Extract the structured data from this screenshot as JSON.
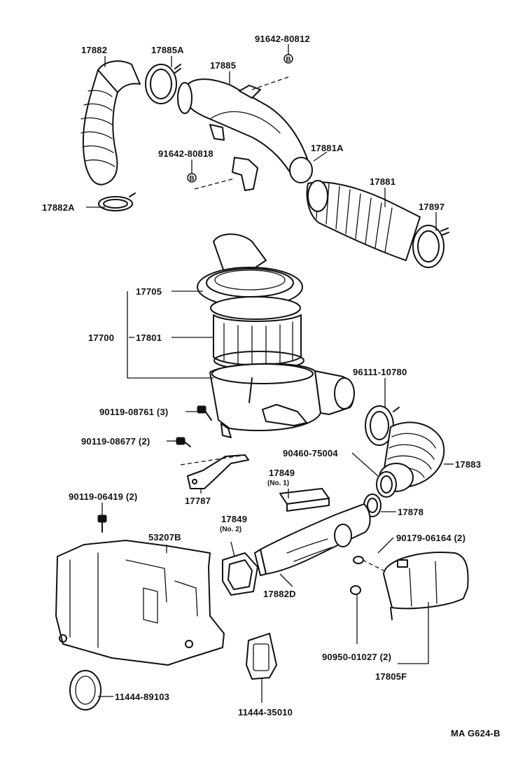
{
  "labels": {
    "p17882": "17882",
    "p17885A": "17885A",
    "p91642_80812": "91642-80812",
    "p17885": "17885",
    "p91642_80818": "91642-80818",
    "p17881A": "17881A",
    "p17881": "17881",
    "p17897": "17897",
    "p17882A": "17882A",
    "p17705": "17705",
    "p17700": "17700",
    "p17801": "17801",
    "p96111_10780": "96111-10780",
    "p90119_08761": "90119-08761 (3)",
    "p90119_08677": "90119-08677 (2)",
    "p90460_75004": "90460-75004",
    "p17883": "17883",
    "p17849_no1": "17849",
    "p17849_no1_sub": "(No. 1)",
    "p17787": "17787",
    "p17878": "17878",
    "p90119_06419": "90119-06419 (2)",
    "p17849_no2": "17849",
    "p17849_no2_sub": "(No. 2)",
    "p53207B": "53207B",
    "p90179_06164": "90179-06164 (2)",
    "p17882D": "17882D",
    "p90950_01027": "90950-01027 (2)",
    "p17805F": "17805F",
    "p11444_89103": "11444-89103",
    "p11444_35010": "11444-35010",
    "fig_code": "MA  G624-B"
  },
  "markers": {
    "b_mark": "B"
  }
}
